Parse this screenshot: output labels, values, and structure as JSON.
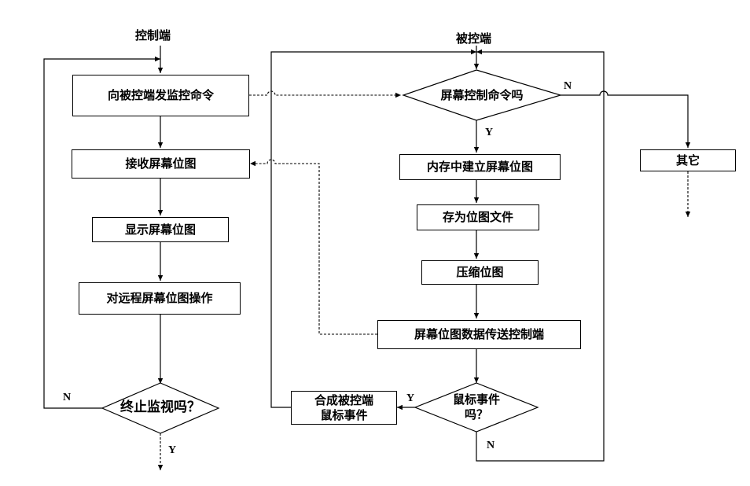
{
  "headers": {
    "control_side": "控制端",
    "controlled_side": "被控端"
  },
  "control_steps": {
    "send_command": "向被控端发监控命令",
    "receive_bitmap": "接收屏幕位图",
    "show_bitmap": "显示屏幕位图",
    "operate_bitmap": "对远程屏幕位图操作",
    "terminate_question": "终止监视吗？"
  },
  "controlled_steps": {
    "screen_command_question": "屏幕控制命令吗",
    "build_bitmap": "内存中建立屏幕位图",
    "save_bitmap": "存为位图文件",
    "compress_bitmap": "压缩位图",
    "transmit_bitmap": "屏幕位图数据传送控制端",
    "mouse_event_question_line1": "鼠标事件",
    "mouse_event_question_line2": "吗？",
    "synthesize_line1": "合成被控端",
    "synthesize_line2": "鼠标事件",
    "other": "其它"
  },
  "branch_labels": {
    "terminate_no": "N",
    "terminate_yes": "Y",
    "screen_cmd_no": "N",
    "screen_cmd_yes": "Y",
    "mouse_yes": "Y",
    "mouse_no": "N"
  }
}
